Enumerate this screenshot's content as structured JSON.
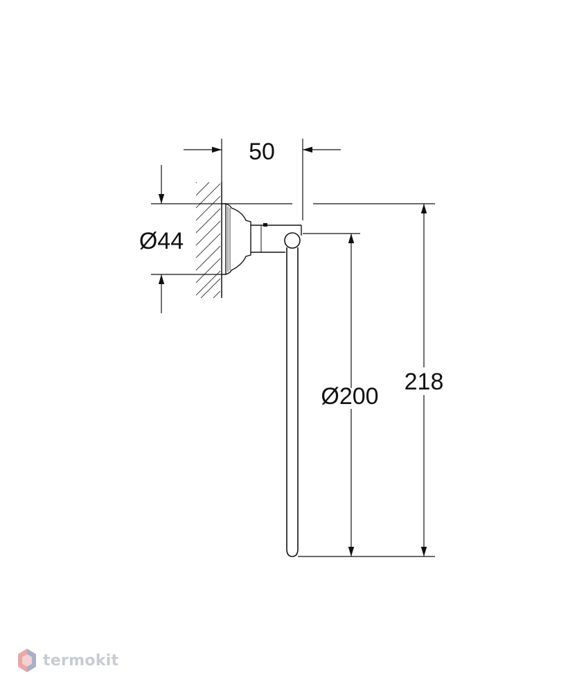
{
  "dimensions": {
    "projection": "50",
    "rosette_diameter": "Ø44",
    "ring_diameter": "Ø200",
    "total_height": "218"
  },
  "watermark": {
    "text": "termokit",
    "colors": {
      "logo_left": "#e8a8a8",
      "logo_right": "#a8b0c8",
      "text": "#c8ccd0"
    }
  },
  "colors": {
    "line": "#111111",
    "background": "#ffffff"
  }
}
